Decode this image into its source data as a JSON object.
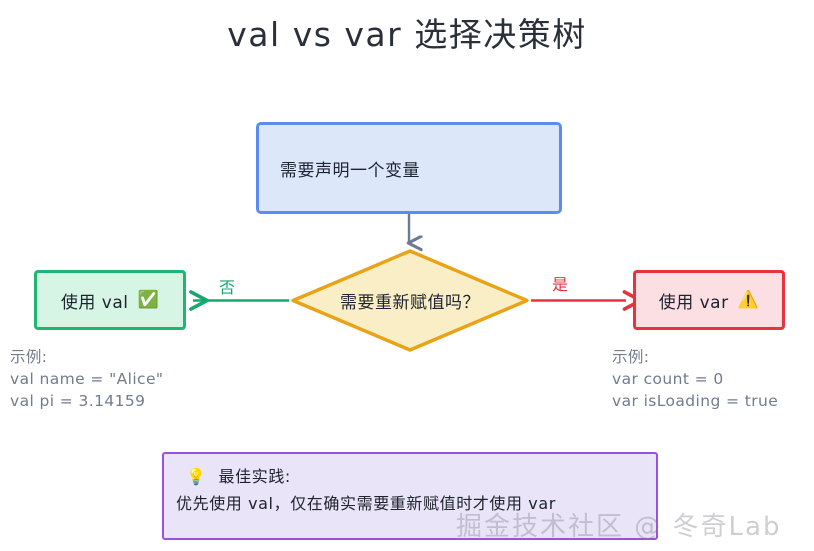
{
  "title": "val vs var 选择决策树",
  "nodes": {
    "start": {
      "label": "需要声明一个变量"
    },
    "decision": {
      "label": "需要重新赋值吗？"
    },
    "val": {
      "label": "使用 val",
      "emoji": "✅"
    },
    "var": {
      "label": "使用 var",
      "emoji": "⚠️"
    }
  },
  "edges": {
    "no_label": "否",
    "yes_label": "是"
  },
  "examples": {
    "left": {
      "heading": "示例:",
      "lines": [
        "val name = \"Alice\"",
        "val pi = 3.14159"
      ]
    },
    "right": {
      "heading": "示例:",
      "lines": [
        "var count = 0",
        "var isLoading = true"
      ]
    }
  },
  "best_practice": {
    "bulb": "💡",
    "heading": "最佳实践:",
    "body": "优先使用 val，仅在确实需要重新赋值时才使用 var"
  },
  "watermark": "掘金技术社区 @ 冬奇Lab",
  "colors": {
    "start_border": "#5b8def",
    "start_fill": "#dce7fa",
    "decision_border": "#e8a317",
    "decision_fill": "#faeec6",
    "val_border": "#21b573",
    "val_fill": "#d7f5e4",
    "var_border": "#e8333f",
    "var_fill": "#fbdfe3",
    "best_practice_border": "#9b51e0",
    "best_practice_fill": "#eae4f8",
    "arrow_down": "#6b7b92",
    "arrow_no": "#19a86b",
    "arrow_yes": "#e8333f",
    "title_text": "#2a2f3a",
    "example_text": "#737b8e",
    "background": "#ffffff"
  }
}
